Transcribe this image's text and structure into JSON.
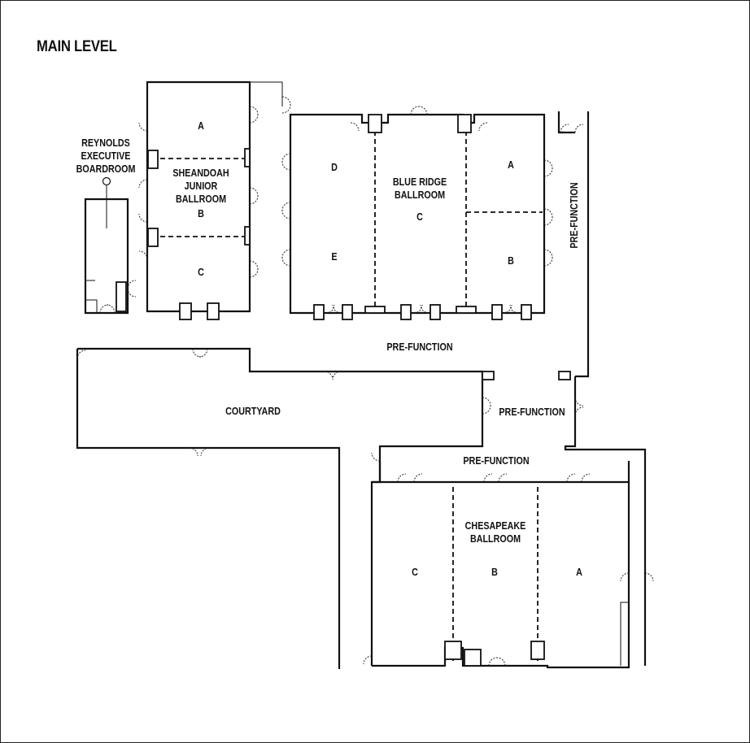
{
  "title": "MAIN LEVEL",
  "rooms": {
    "reynolds": "REYNOLDS\nEXECUTIVE\nBOARDROOM",
    "shenandoah": "SHEANDOAH\nJUNIOR\nBALLROOM",
    "shen_a": "A",
    "shen_b": "B",
    "shen_c": "C",
    "blue_ridge": "BLUE RIDGE\nBALLROOM",
    "br_a": "A",
    "br_b": "B",
    "br_c": "C",
    "br_d": "D",
    "br_e": "E",
    "chesapeake": "CHESAPEAKE\nBALLROOM",
    "ch_a": "A",
    "ch_b": "B",
    "ch_c": "C",
    "courtyard": "COURTYARD"
  },
  "prefunction": {
    "main": "PRE-FUNCTION",
    "east_vertical": "PRE-FUNCTION",
    "central": "PRE-FUNCTION",
    "south": "PRE-FUNCTION"
  }
}
